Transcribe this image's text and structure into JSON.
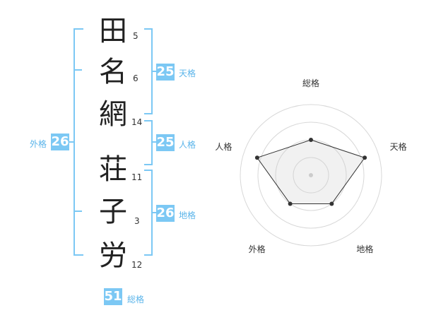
{
  "name": {
    "characters": [
      {
        "char": "田",
        "strokes": "5"
      },
      {
        "char": "名",
        "strokes": "6"
      },
      {
        "char": "網",
        "strokes": "14"
      },
      {
        "char": "荘",
        "strokes": "11"
      },
      {
        "char": "子",
        "strokes": "3"
      },
      {
        "char": "労",
        "strokes": "12"
      }
    ]
  },
  "kakusu": {
    "tenkaku": {
      "value": "25",
      "label": "天格"
    },
    "jinkaku": {
      "value": "25",
      "label": "人格"
    },
    "chikaku": {
      "value": "26",
      "label": "地格"
    },
    "gaikaku": {
      "value": "26",
      "label": "外格"
    },
    "soukaku": {
      "value": "51",
      "label": "総格"
    }
  },
  "chart_data": {
    "type": "radar",
    "axes": [
      "総格",
      "天格",
      "地格",
      "外格",
      "人格"
    ],
    "values": [
      0.5,
      0.8,
      0.5,
      0.5,
      0.8
    ],
    "range": [
      0,
      1
    ],
    "grid": true
  }
}
